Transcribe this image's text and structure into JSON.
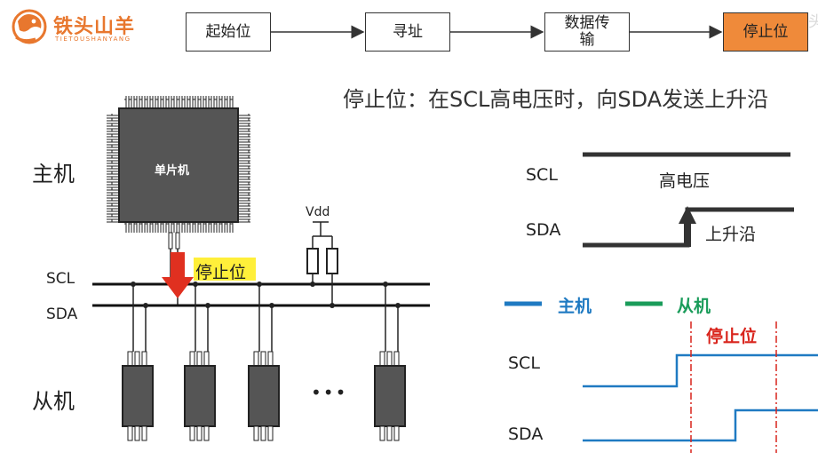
{
  "logo": {
    "cn": "铁头山羊",
    "en": "TIETOUSHANYANG",
    "watermark": "铁头"
  },
  "steps": [
    "起始位",
    "寻址",
    "数据传输",
    "停止位"
  ],
  "subtitle": "停止位：在SCL高电压时，向SDA发送上升沿",
  "left": {
    "master_label": "主机",
    "mcu_label": "单片机",
    "vdd_label": "Vdd",
    "scl_label": "SCL",
    "sda_label": "SDA",
    "stop_tag": "停止位",
    "slave_label": "从机",
    "ellipsis": "•••"
  },
  "upper_right": {
    "scl_label": "SCL",
    "sda_label": "SDA",
    "high_label": "高电压",
    "rise_label": "上升沿"
  },
  "lower_right": {
    "legend_master": "主机",
    "legend_slave": "从机",
    "stop_label": "停止位",
    "scl_label": "SCL",
    "sda_label": "SDA"
  },
  "colors": {
    "accent_orange": "#ef8a3a",
    "master_blue": "#1f7ac2",
    "slave_green": "#1a9c5a",
    "stop_red": "#d9241c",
    "highlight_yellow": "#ffef3a",
    "chip_gray": "#555555"
  }
}
